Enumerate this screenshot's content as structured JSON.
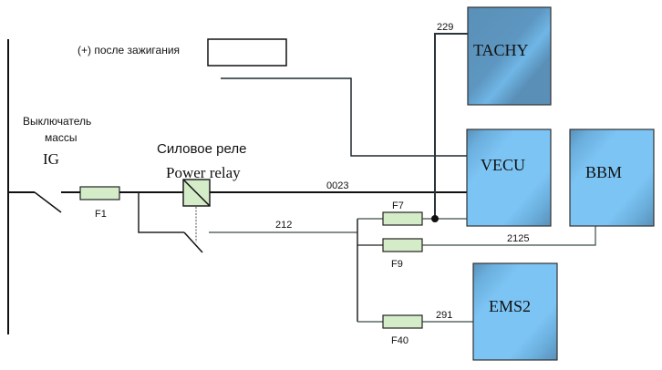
{
  "labels": {
    "ignition_plus": "(+) после зажигания",
    "ground_switch_line1": "Выключатель",
    "ground_switch_line2": "массы",
    "ig": "IG",
    "power_relay_ru": "Силовое реле",
    "power_relay_en": "Power relay"
  },
  "fuses": {
    "f1": "F1",
    "f7": "F7",
    "f9": "F9",
    "f40": "F40"
  },
  "wires": {
    "w0023": "0023",
    "w212": "212",
    "w229": "229",
    "w2125": "2125",
    "w291": "291"
  },
  "modules": {
    "tachy": "TACHY",
    "vecu": "VECU",
    "bbm": "BBM",
    "ems2": "EMS2"
  },
  "colors": {
    "module_light": "#7cc4f4",
    "module_mid": "#6aaedc",
    "module_dark": "#5a90b8",
    "fuse_fill": "#d4ecc8",
    "wire": "#111111",
    "wire_thin": "#3a4a44"
  }
}
